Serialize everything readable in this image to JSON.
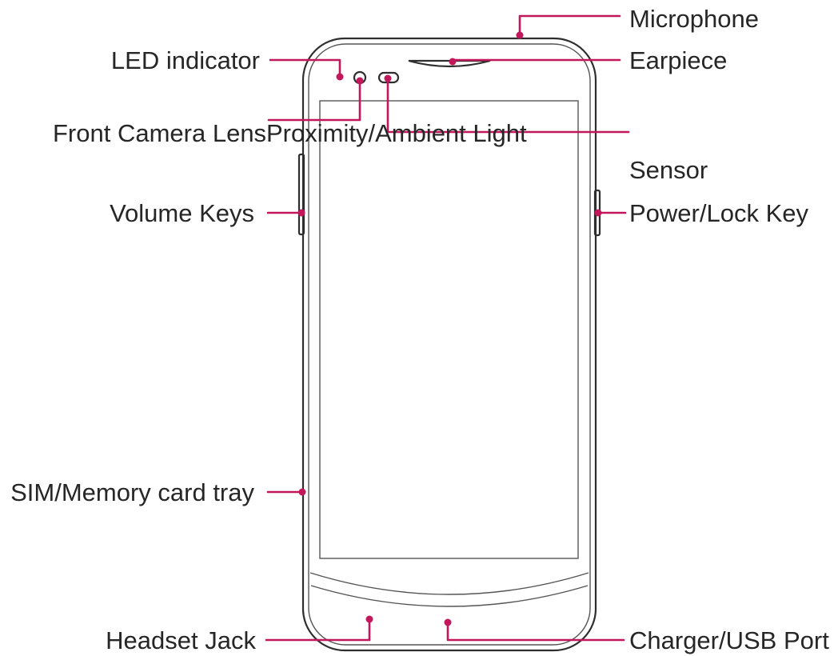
{
  "colors": {
    "leader": "#c2185b",
    "outline": "#2e2e2e",
    "text": "#262626"
  },
  "labels": {
    "microphone": "Microphone",
    "led_indicator": "LED indicator",
    "earpiece": "Earpiece",
    "front_camera_lens": "Front Camera Lens",
    "proximity_sensor_line1": "Proximity/Ambient Light",
    "proximity_sensor_line2": "Sensor",
    "volume_keys": "Volume Keys",
    "power_lock_key": "Power/Lock Key",
    "sim_memory_tray": "SIM/Memory card tray",
    "headset_jack": "Headset Jack",
    "charger_usb_port": "Charger/USB Port"
  }
}
